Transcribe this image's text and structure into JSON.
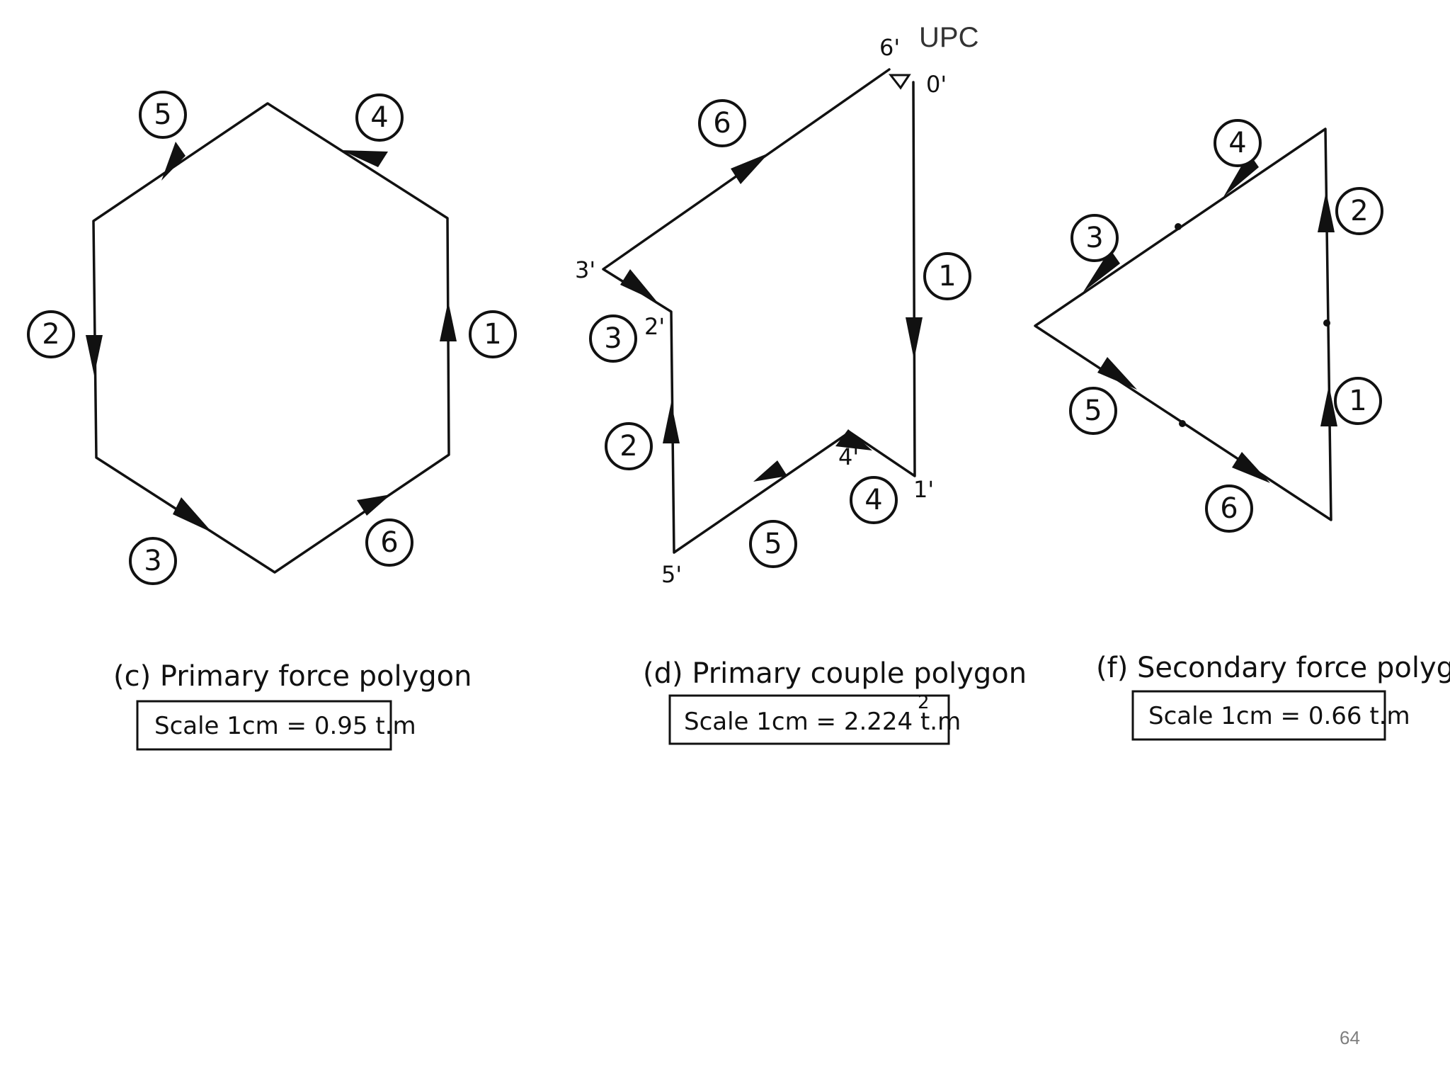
{
  "page_number": "64",
  "figures": [
    {
      "id": "c",
      "caption": "(c) Primary force polygon",
      "scale": "Scale 1cm = 0.95 t.m",
      "edge_labels": [
        "1",
        "2",
        "3",
        "4",
        "5",
        "6"
      ]
    },
    {
      "id": "d",
      "caption": "(d) Primary couple polygon",
      "scale": "Scale 1cm = 2.224 t.m",
      "scale_superscript": "2",
      "edge_labels": [
        "1",
        "2",
        "3",
        "4",
        "5",
        "6"
      ],
      "vertex_labels": [
        "6'",
        "0'",
        "3'",
        "2'",
        "4'",
        "1'",
        "5'"
      ],
      "corner_text": "UPC"
    },
    {
      "id": "f",
      "caption": "(f) Secondary force polygon",
      "scale": "Scale 1cm = 0.66 t.m",
      "edge_labels": [
        "1",
        "2",
        "3",
        "4",
        "5",
        "6"
      ]
    }
  ],
  "colors": {
    "ink": "#111111",
    "page_number": "#7f7f7f"
  }
}
